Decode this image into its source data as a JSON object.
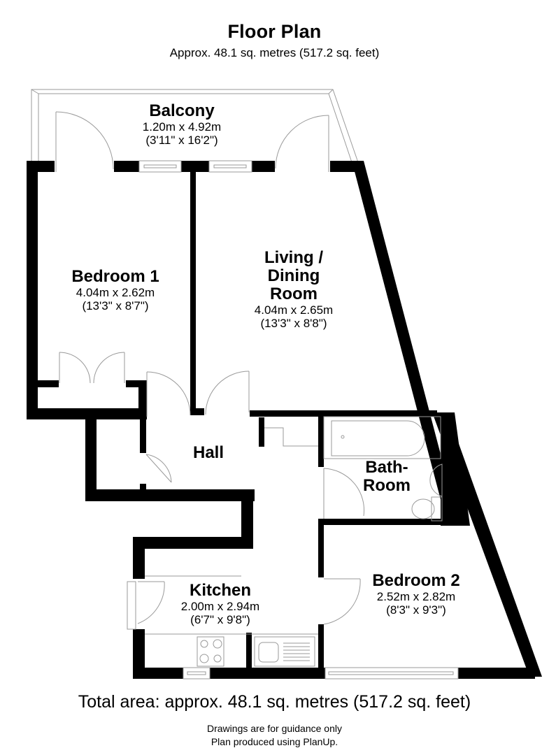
{
  "header": {
    "title": "Floor Plan",
    "subtitle": "Approx. 48.1 sq. metres (517.2 sq. feet)"
  },
  "rooms": {
    "balcony": {
      "name": "Balcony",
      "metric": "1.20m x 4.92m",
      "imperial": "(3'11\" x 16'2\")"
    },
    "bedroom1": {
      "name": "Bedroom 1",
      "metric": "4.04m x 2.62m",
      "imperial": "(13'3\" x 8'7\")"
    },
    "living": {
      "name_line1": "Living /",
      "name_line2": "Dining",
      "name_line3": "Room",
      "metric": "4.04m x 2.65m",
      "imperial": "(13'3\" x 8'8\")"
    },
    "hall": {
      "name": "Hall"
    },
    "bathroom": {
      "name_line1": "Bath-",
      "name_line2": "Room"
    },
    "kitchen": {
      "name": "Kitchen",
      "metric": "2.00m x 2.94m",
      "imperial": "(6'7\" x 9'8\")"
    },
    "bedroom2": {
      "name": "Bedroom 2",
      "metric": "2.52m x 2.82m",
      "imperial": "(8'3\" x 9'3\")"
    }
  },
  "footer": {
    "total_area": "Total area: approx. 48.1 sq. metres (517.2 sq. feet)",
    "disclaimer": "Drawings are for guidance only",
    "credit": "Plan produced using PlanUp."
  },
  "colors": {
    "wall": "#000000",
    "fixture_line": "#9a9a9a",
    "background": "#ffffff"
  }
}
